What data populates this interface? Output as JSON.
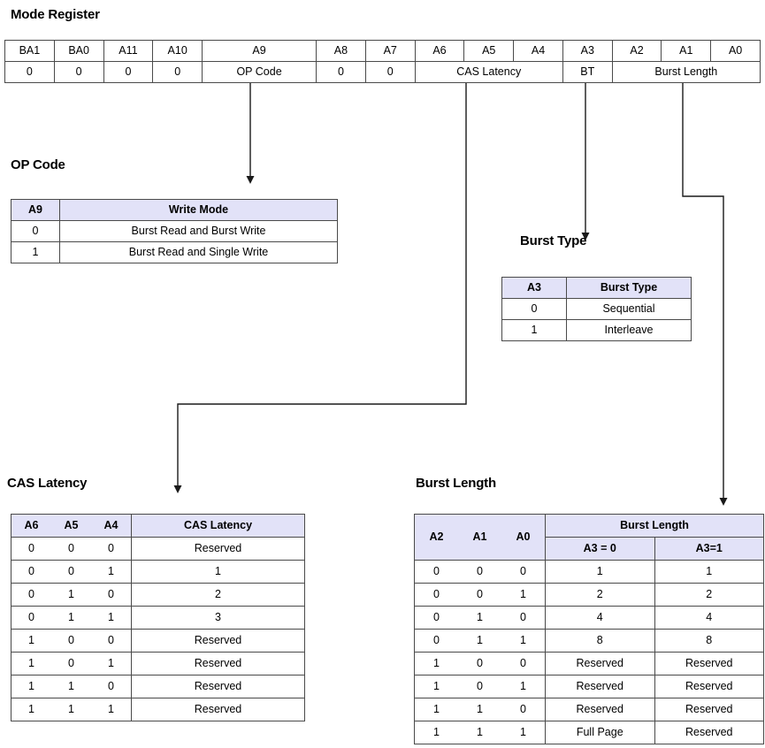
{
  "mode_register": {
    "heading": "Mode Register",
    "bits": [
      "BA1",
      "BA0",
      "A11",
      "A10",
      "A9",
      "A8",
      "A7",
      "A6",
      "A5",
      "A4",
      "A3",
      "A2",
      "A1",
      "A0"
    ],
    "values": [
      {
        "label": "0",
        "span": 1
      },
      {
        "label": "0",
        "span": 1
      },
      {
        "label": "0",
        "span": 1
      },
      {
        "label": "0",
        "span": 1
      },
      {
        "label": "OP Code",
        "span": 1
      },
      {
        "label": "0",
        "span": 1
      },
      {
        "label": "0",
        "span": 1
      },
      {
        "label": "CAS Latency",
        "span": 3
      },
      {
        "label": "BT",
        "span": 1
      },
      {
        "label": "Burst Length",
        "span": 3
      }
    ]
  },
  "op_code": {
    "heading": "OP Code",
    "columns": [
      "A9",
      "Write Mode"
    ],
    "rows": [
      [
        "0",
        "Burst Read and Burst Write"
      ],
      [
        "1",
        "Burst Read and Single Write"
      ]
    ]
  },
  "burst_type": {
    "heading": "Burst Type",
    "columns": [
      "A3",
      "Burst Type"
    ],
    "rows": [
      [
        "0",
        "Sequential"
      ],
      [
        "1",
        "Interleave"
      ]
    ]
  },
  "cas_latency": {
    "heading": "CAS Latency",
    "columns": [
      "A6",
      "A5",
      "A4",
      "CAS Latency"
    ],
    "rows": [
      [
        "0",
        "0",
        "0",
        "Reserved"
      ],
      [
        "0",
        "0",
        "1",
        "1"
      ],
      [
        "0",
        "1",
        "0",
        "2"
      ],
      [
        "0",
        "1",
        "1",
        "3"
      ],
      [
        "1",
        "0",
        "0",
        "Reserved"
      ],
      [
        "1",
        "0",
        "1",
        "Reserved"
      ],
      [
        "1",
        "1",
        "0",
        "Reserved"
      ],
      [
        "1",
        "1",
        "1",
        "Reserved"
      ]
    ]
  },
  "burst_length": {
    "heading": "Burst Length",
    "bit_columns": [
      "A2",
      "A1",
      "A0"
    ],
    "group_header": "Burst Length",
    "sub_columns": [
      "A3 = 0",
      "A3=1"
    ],
    "rows": [
      [
        "0",
        "0",
        "0",
        "1",
        "1"
      ],
      [
        "0",
        "0",
        "1",
        "2",
        "2"
      ],
      [
        "0",
        "1",
        "0",
        "4",
        "4"
      ],
      [
        "0",
        "1",
        "1",
        "8",
        "8"
      ],
      [
        "1",
        "0",
        "0",
        "Reserved",
        "Reserved"
      ],
      [
        "1",
        "0",
        "1",
        "Reserved",
        "Reserved"
      ],
      [
        "1",
        "1",
        "0",
        "Reserved",
        "Reserved"
      ],
      [
        "1",
        "1",
        "1",
        "Full Page",
        "Reserved"
      ]
    ]
  },
  "connectors": [
    {
      "name": "op-code-connector",
      "from_bit": "A9",
      "to_table": "op_code"
    },
    {
      "name": "burst-type-connector",
      "from_bit": "A3",
      "to_table": "burst_type"
    },
    {
      "name": "cas-latency-connector",
      "from_bit": "A5",
      "to_table": "cas_latency"
    },
    {
      "name": "burst-length-connector",
      "from_bit": "A1",
      "to_table": "burst_length"
    }
  ],
  "colors": {
    "header_fill": "#e2e2f8",
    "border": "#4a4a4a",
    "text": "#000000",
    "connector": "#1a1a1a"
  }
}
